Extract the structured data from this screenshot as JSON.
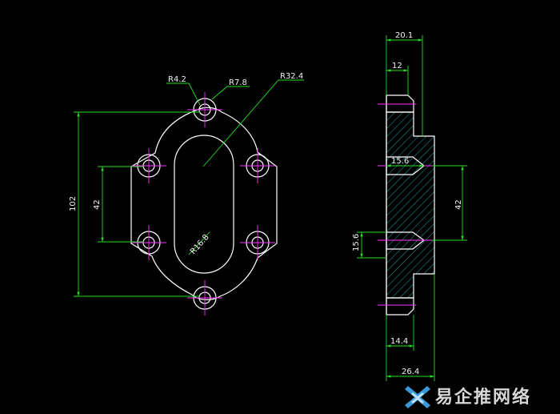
{
  "dimensions": {
    "r4_2": "R4.2",
    "r7_8": "R7.8",
    "r32_4": "R32.4",
    "r16_8": "R16.8",
    "front_height_102": "102",
    "front_spacing_42": "42",
    "side_total_20_1": "20.1",
    "side_12": "12",
    "side_15_6_top": "15.6",
    "side_42": "42",
    "side_15_6_left": "15.6",
    "side_14_4": "14.4",
    "side_26_4": "26.4"
  },
  "watermark": {
    "text": "易企推网络"
  },
  "colors": {
    "geometry": "#ffffff",
    "centerline": "#ff33ff",
    "dimension": "#22e022",
    "hatch": "#22cccc",
    "background": "#000000"
  }
}
